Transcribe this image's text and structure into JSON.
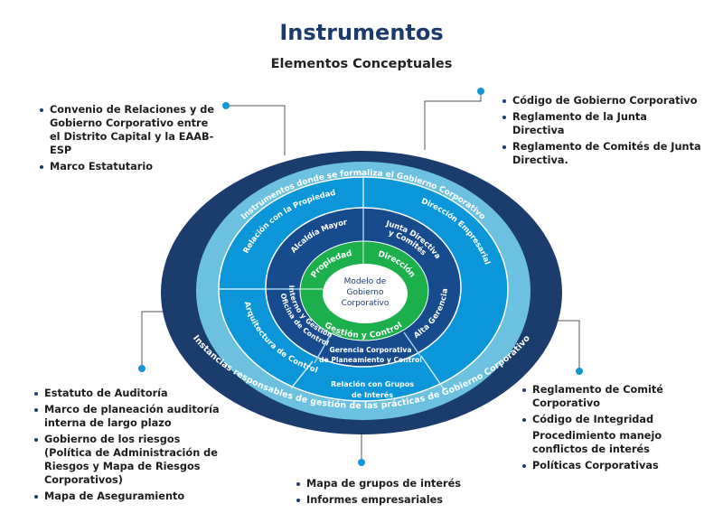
{
  "header": {
    "title": "Instrumentos",
    "subtitle": "Elementos Conceptuales"
  },
  "colors": {
    "navy": "#1b3d6e",
    "light_ring": "#6cc0e0",
    "blue": "#0a96d8",
    "dark_ring": "#184a8e",
    "green": "#1bb04c",
    "accent_dot": "#1296d8"
  },
  "diagram": {
    "outer_top": "Instrumentos donde se formaliza el Gobierno Corporativo",
    "outer_bottom": "Instancias responsables de gestión de las prácticas de Gobierno Corporativo",
    "center": [
      "Modelo de",
      "Gobierno",
      "Corporativo"
    ],
    "green": {
      "propiedad": "Propiedad",
      "direccion": "Dirección",
      "gestion": "Gestión y Control"
    },
    "dark": {
      "alcaldia": "Alcaldía Mayor",
      "junta_1": "Junta Directiva",
      "junta_2": "y Comités",
      "alta": "Alta Gerencia",
      "oficina_1": "Oficina de Control",
      "oficina_2": "Interno y Gestión",
      "gerencia_1": "Gerencia Corporativa",
      "gerencia_2": "de Planeamiento y Control"
    },
    "blue": {
      "relacion_propiedad": "Relación con la Propiedad",
      "direccion_empresarial": "Dirección Empresarial",
      "arquitectura": "Arquitectura de Control",
      "grupos_1": "Relación con Grupos",
      "grupos_2": "de Interés"
    }
  },
  "callouts": {
    "top_left": [
      "Convenio de Relaciones y de Gobierno Corporativo entre el Distrito Capital y la EAAB-ESP",
      "Marco Estatutario"
    ],
    "top_right": [
      "Código de Gobierno Corporativo",
      "Reglamento de la Junta Directiva",
      "Reglamento de Comités de Junta Directiva."
    ],
    "bottom_left": [
      "Estatuto de Auditoría",
      "Marco de planeación auditoría interna de largo plazo",
      "Gobierno de los riesgos (Política de Administración de Riesgos y Mapa de Riesgos Corporativos)",
      "Mapa de Aseguramiento"
    ],
    "bottom_right": [
      "Reglamento de Comité Corporativo",
      "Código de Integridad",
      "Procedimiento manejo conflictos de interés",
      "Políticas Corporativas"
    ],
    "bottom": [
      "Mapa de grupos de interés",
      "Informes empresariales"
    ]
  }
}
